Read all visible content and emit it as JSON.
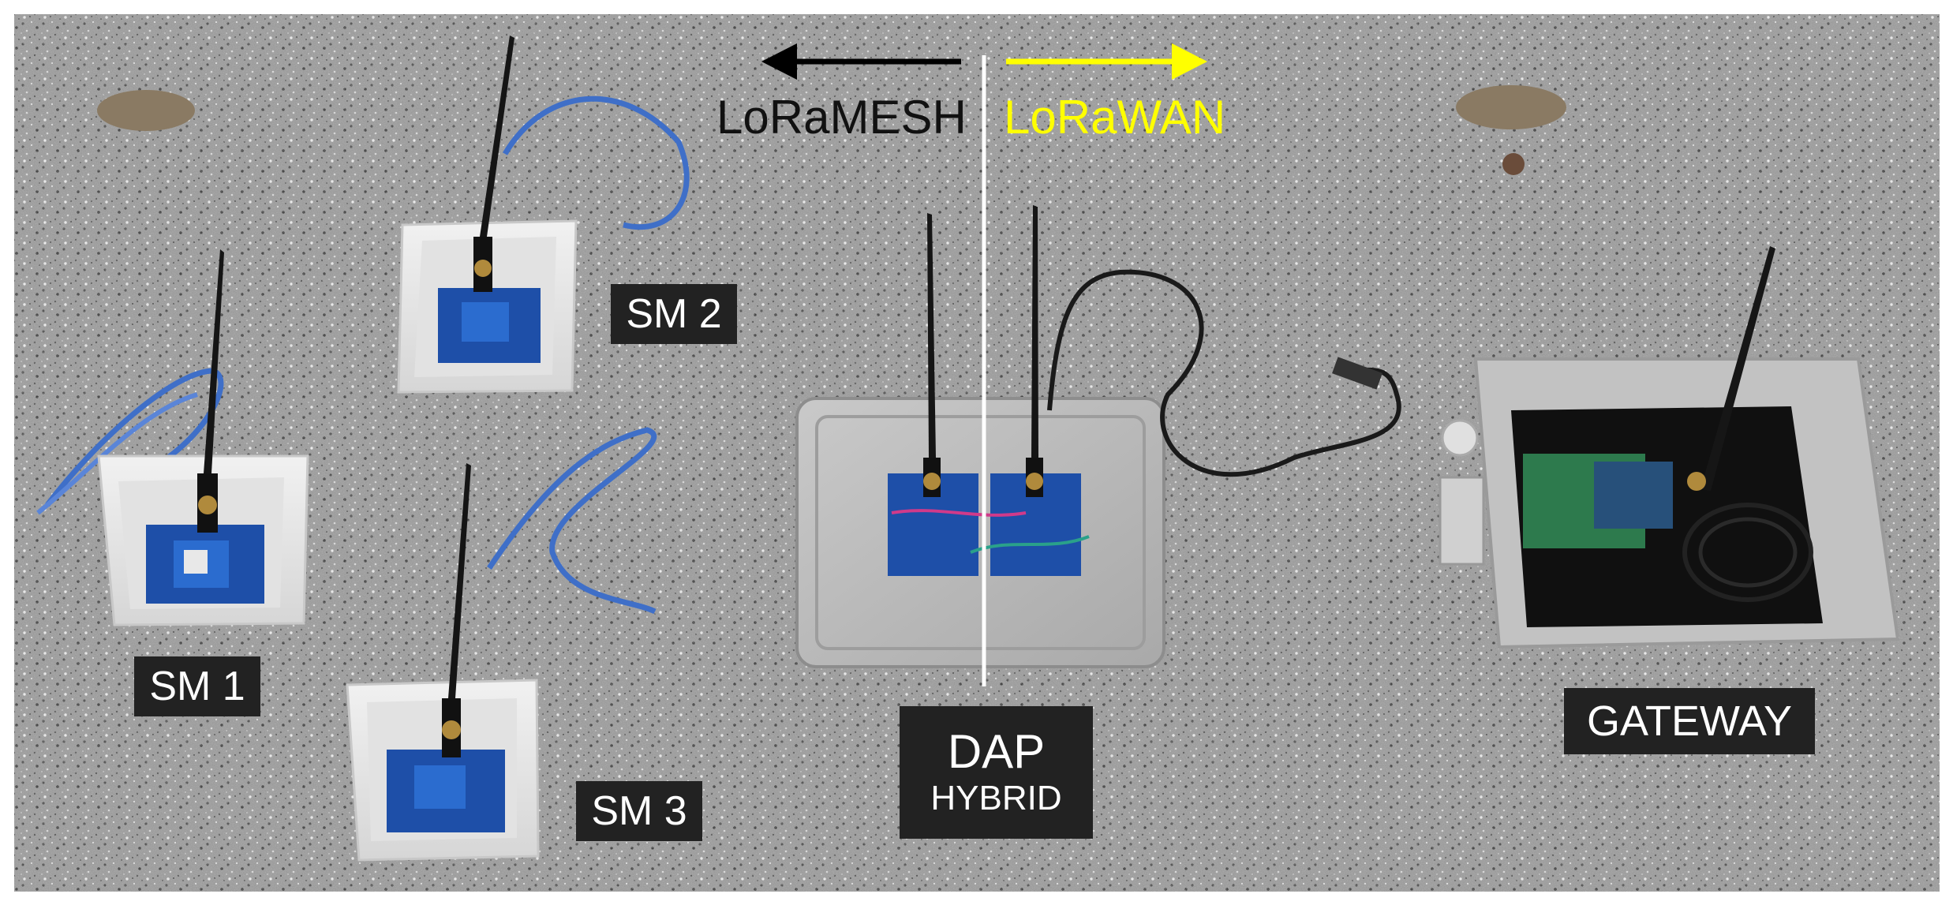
{
  "protocols": {
    "left": "LoRaMESH",
    "right": "LoRaWAN"
  },
  "labels": {
    "sm1": "SM 1",
    "sm2": "SM 2",
    "sm3": "SM 3",
    "dap": "DAP",
    "dap_sub": "HYBRID",
    "gateway": "GATEWAY"
  },
  "colors": {
    "loramesh_arrow": "#000000",
    "lorawan_arrow": "#ffff00",
    "label_background": "#222222",
    "label_text": "#ffffff",
    "divider": "#ffffff"
  }
}
